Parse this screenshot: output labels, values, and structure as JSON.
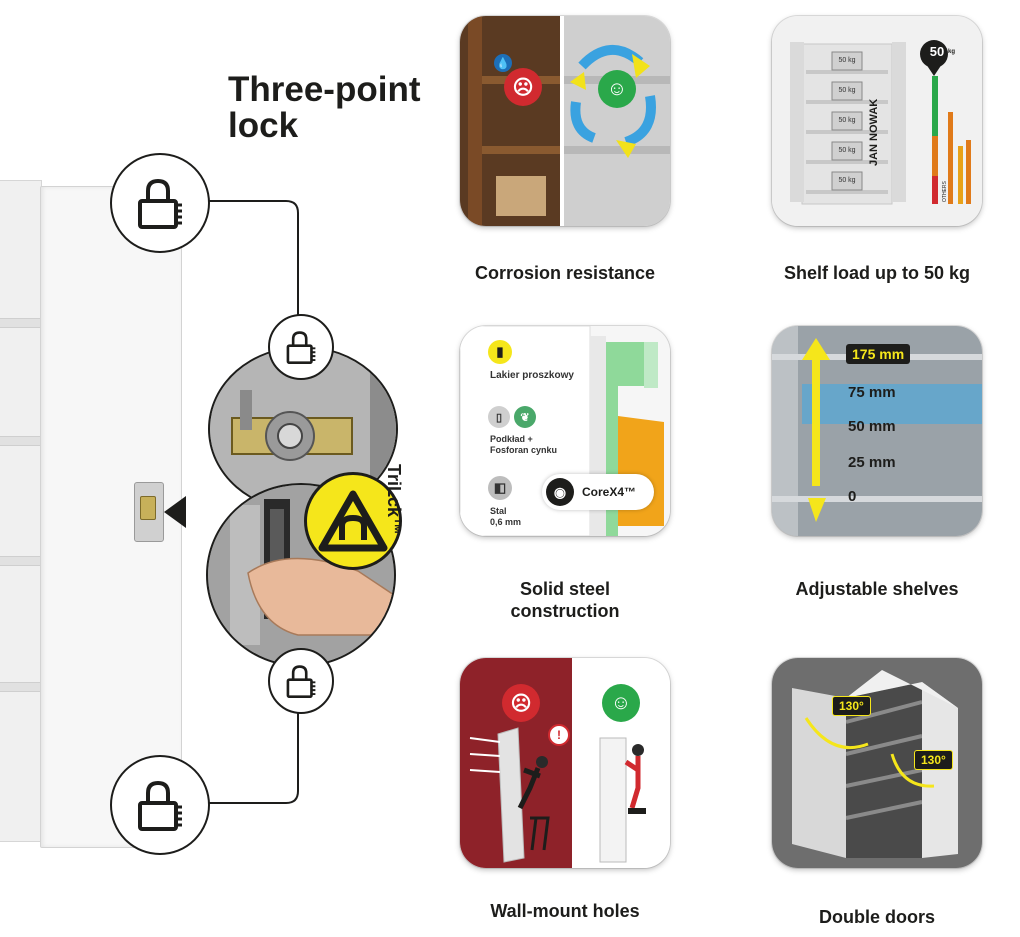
{
  "hero": {
    "title_line1": "Three-point",
    "title_line2": "lock",
    "trilock_label": "TriLck™"
  },
  "icons": {
    "lock": "padlock-icon",
    "trilock": "trilock-triangle-icon",
    "sad_face": "sad-face-icon",
    "happy_face": "happy-face-icon",
    "recycle": "recycle-arrows-icon",
    "water_drop": "water-drop-icon",
    "location_pin": "location-pin-icon",
    "up_arrow": "up-arrow-icon",
    "down_arrow": "down-arrow-icon",
    "spray_can": "spray-can-icon",
    "primer": "primer-icon",
    "steel": "steel-sheet-icon",
    "sphere_logo": "sphere-logo-icon",
    "exclamation": "exclamation-icon"
  },
  "colors": {
    "dark": "#1d1d1b",
    "yellow": "#f5e61b",
    "red_face": "#d12a2f",
    "green_face": "#2aa84a",
    "wall_red": "#8e2229",
    "tag_dark": "#1d1d1b"
  },
  "features": [
    {
      "id": "corrosion",
      "caption": "Corrosion resistance"
    },
    {
      "id": "shelf-load",
      "caption": "Shelf load up to 50 kg"
    },
    {
      "id": "solid-steel",
      "caption_line1": "Solid steel",
      "caption_line2": "construction"
    },
    {
      "id": "adjustable",
      "caption": "Adjustable shelves"
    },
    {
      "id": "wall-mount",
      "caption": "Wall-mount holes"
    },
    {
      "id": "double-doors",
      "caption": "Double doors"
    }
  ],
  "shelf_load_card": {
    "pin_value": "50",
    "pin_unit": "kg",
    "brand": "JAN NOWAK",
    "others": "OTHERS",
    "weights": [
      "50 kg",
      "50 kg",
      "50 kg",
      "50 kg",
      "50 kg"
    ]
  },
  "steel_card": {
    "layer1": "Lakier proszkowy",
    "layer2_line1": "Podkład +",
    "layer2_line2": "Fosforan cynku",
    "layer3_line1": "Stal",
    "layer3_line2": "0,6 mm",
    "brand": "CoreX4™"
  },
  "adjustable_card": {
    "max_label": "175 mm",
    "steps": [
      "75 mm",
      "50 mm",
      "25 mm",
      "0"
    ]
  },
  "doors_card": {
    "angle_left": "130°",
    "angle_right": "130°"
  },
  "wall_card": {
    "alert": "!"
  }
}
